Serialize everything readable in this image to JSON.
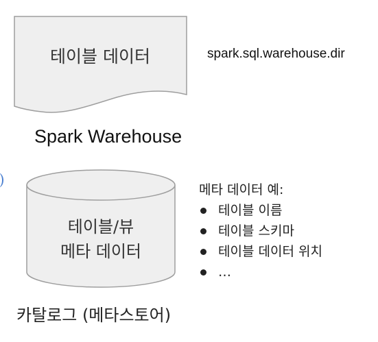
{
  "table_data_doc": {
    "label": "테이블 데이터"
  },
  "config": {
    "key": "spark.sql.warehouse.dir"
  },
  "warehouse": {
    "caption": "Spark Warehouse"
  },
  "metastore_db": {
    "line1": "테이블/뷰",
    "line2": "메타 데이터"
  },
  "catalog": {
    "caption": "카탈로그 (메타스토어)"
  },
  "metadata_examples": {
    "heading": "메타 데이터 예:",
    "items": [
      "테이블 이름",
      "테이블 스키마",
      "테이블 데이터 위치",
      "…"
    ]
  },
  "colors": {
    "shape_fill": "#efefef",
    "shape_stroke": "#9e9e9e",
    "accent_arc": "#4a7fd0"
  }
}
